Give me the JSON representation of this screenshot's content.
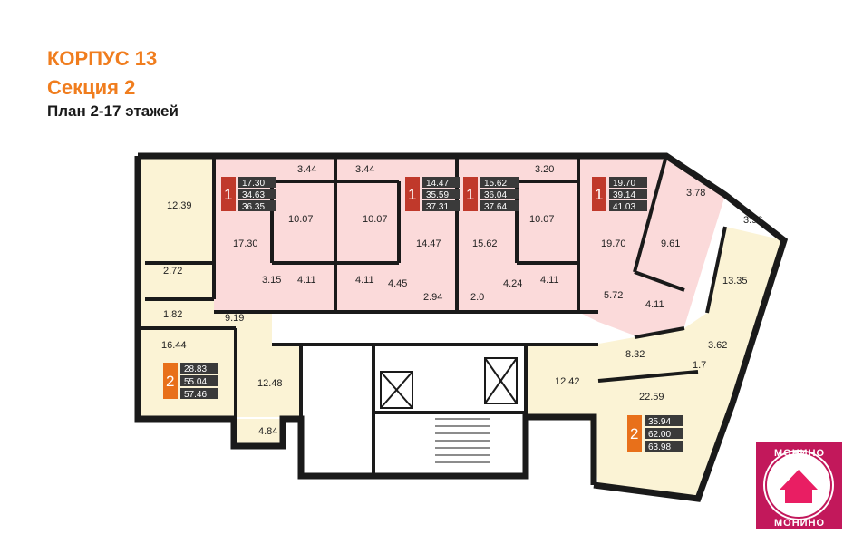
{
  "header": {
    "building": "КОРПУС 13",
    "section": "Секция 2",
    "plan": "План 2-17 этажей"
  },
  "colors": {
    "accent": "#f07d1e",
    "one_room_fill": "#fbdada",
    "one_room_badge": "#c0392b",
    "two_room_fill": "#fbf3d5",
    "two_room_badge": "#e8701a",
    "wall": "#1a1a1a",
    "logo": "#c2185b"
  },
  "apartments": [
    {
      "rooms": "1",
      "values": [
        "17.30",
        "34.63",
        "36.35"
      ]
    },
    {
      "rooms": "1",
      "values": [
        "14.47",
        "35.59",
        "37.31"
      ]
    },
    {
      "rooms": "1",
      "values": [
        "15.62",
        "36.04",
        "37.64"
      ]
    },
    {
      "rooms": "1",
      "values": [
        "19.70",
        "39.14",
        "41.03"
      ]
    },
    {
      "rooms": "2",
      "values": [
        "28.83",
        "55.04",
        "57.46"
      ]
    },
    {
      "rooms": "2",
      "values": [
        "35.94",
        "62.00",
        "63.98"
      ]
    }
  ],
  "room_areas": {
    "a1": "12.39",
    "a2": "2.72",
    "a3": "1.82",
    "a4": "9.19",
    "a5": "16.44",
    "a6": "12.48",
    "a7": "4.84",
    "a8": "3.44",
    "a9": "17.30",
    "a10": "10.07",
    "a11": "3.15",
    "a12": "4.11",
    "a13": "3.44",
    "a14": "10.07",
    "a15": "4.11",
    "a16": "4.45",
    "a17": "14.47",
    "a18": "2.94",
    "a19": "15.62",
    "a20": "2.0",
    "a21": "3.20",
    "a22": "10.07",
    "a23": "4.24",
    "a24": "4.11",
    "a25": "19.70",
    "a26": "5.72",
    "a27": "3.78",
    "a28": "9.61",
    "a29": "4.11",
    "a30": "3.96",
    "a31": "13.35",
    "a32": "3.62",
    "a33": "1.7",
    "a34": "8.32",
    "a35": "12.42",
    "a36": "22.59"
  },
  "logo": {
    "top": "МОНИНО",
    "bottom": "МОНИНО"
  }
}
